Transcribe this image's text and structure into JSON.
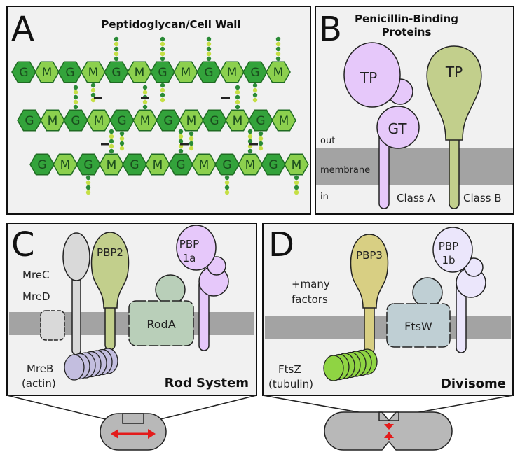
{
  "panelA": {
    "letter": "A",
    "title": "Peptidoglycan/Cell Wall",
    "sugar_g": "G",
    "sugar_m": "M"
  },
  "panelB": {
    "letter": "B",
    "title_line1": "Penicillin-Binding",
    "title_line2": "Proteins",
    "out_label": "out",
    "membrane_label": "membrane",
    "in_label": "in",
    "tp_label": "TP",
    "gt_label": "GT",
    "class_a": "Class A",
    "class_b": "Class B"
  },
  "panelC": {
    "letter": "C",
    "mrec": "MreC",
    "mred": "MreD",
    "pbp2": "PBP2",
    "pbp1a_line1": "PBP",
    "pbp1a_line2": "1a",
    "roda": "RodA",
    "mreb_line1": "MreB",
    "mreb_line2": "(actin)",
    "system_name": "Rod System"
  },
  "panelD": {
    "letter": "D",
    "pbp3": "PBP3",
    "pbp1b_line1": "PBP",
    "pbp1b_line2": "1b",
    "factors_line1": "+many",
    "factors_line2": "factors",
    "ftsw": "FtsW",
    "ftsz_line1": "FtsZ",
    "ftsz_line2": "(tubulin)",
    "system_name": "Divisome"
  },
  "colors": {
    "panel_bg": "#f1f1f1",
    "membrane": "#a3a3a3",
    "hex_dark": "#33a33b",
    "hex_light": "#8cd04e",
    "hex_stroke": "#1f6b22",
    "peptide_dark": "#2a8a36",
    "peptide_light": "#c5df45",
    "class_a_purple": "#e6c8fa",
    "class_b_olive": "#c2cf8c",
    "mrec_grey": "#d9d9d9",
    "roda_green": "#b9cfb9",
    "mreb_lavender": "#c3bedf",
    "pbp3_khaki": "#d8cf83",
    "pbp1b_lavender": "#ebe6fb",
    "ftsw_blue": "#bfcfd4",
    "ftsz_green": "#8fd443",
    "cell_grey": "#b8b8b8",
    "arrow_red": "#e31b1b"
  }
}
